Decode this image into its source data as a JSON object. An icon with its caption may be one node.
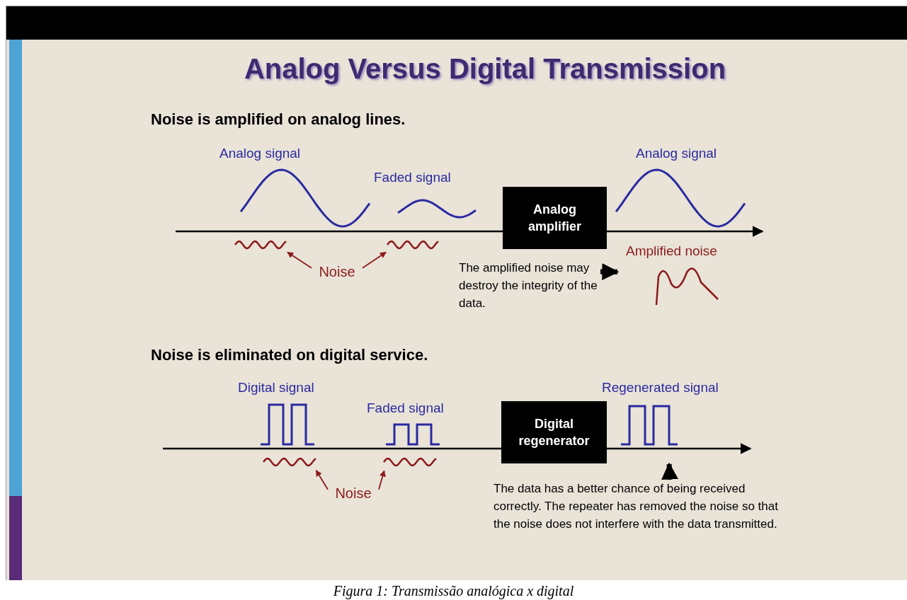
{
  "diagram": {
    "title": "Analog Versus Digital Transmission",
    "caption": "Figura 1: Transmissão analógica x digital",
    "nodes": [
      {
        "text": [
          "Noise"
        ]
      },
      {
        "text": [],
        "shape": "wave"
      },
      {
        "text": [],
        "shape": "wave"
      },
      {
        "text": [
          "Analog amplifier"
        ]
      },
      {
        "text": [
          "The amplified noise may destroy the integrity of the data."
        ]
      },
      {
        "text": [
          "Amplified noise"
        ]
      },
      {
        "text": [
          "Noise"
        ]
      },
      {
        "text": [],
        "shape": "wave"
      },
      {
        "text": [],
        "shape": "wave"
      },
      {
        "text": [
          "Digital regenerator"
        ]
      },
      {
        "text": [
          "The data has a better chance of being received correctly. The repeater has removed the noise so that the noise does not interfere with the data transmitted."
        ]
      },
      {
        "text": [],
        "shape": "wave"
      }
    ],
    "edges": [
      {
        "from": 0,
        "to": 1,
        "arrow": "to",
        "color": "#8b1a1a"
      },
      {
        "from": 0,
        "to": 2,
        "arrow": "to",
        "color": "#8b1a1a"
      },
      {
        "from": null,
        "to": 3,
        "arrow": "none"
      },
      {
        "from": 3,
        "to": null,
        "arrow": "to"
      },
      {
        "from": 4,
        "to": 5,
        "arrow": "to",
        "style": "thick"
      },
      {
        "from": 6,
        "to": 7,
        "arrow": "to",
        "color": "#8b1a1a"
      },
      {
        "from": 6,
        "to": 8,
        "arrow": "to",
        "color": "#8b1a1a"
      },
      {
        "from": null,
        "to": 9,
        "arrow": "none"
      },
      {
        "from": 9,
        "to": null,
        "arrow": "to"
      },
      {
        "from": 10,
        "to": 11,
        "arrow": "to",
        "style": "thick"
      }
    ],
    "labels": [
      "Noise is amplified on analog lines.",
      "Analog signal",
      "Faded signal",
      "Analog signal",
      "Noise is eliminated on digital service.",
      "Digital signal",
      "Faded signal",
      "Regenerated signal"
    ]
  }
}
